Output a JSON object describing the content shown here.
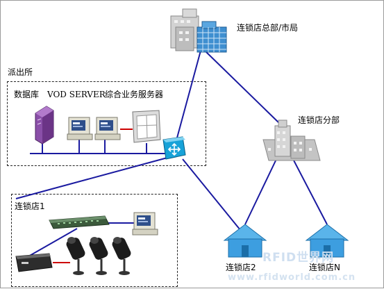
{
  "labels": {
    "hq": "连锁店总部/市局",
    "police": "派出所",
    "database": "数据库",
    "vod_server": "VOD SERVER",
    "business_server": "综合业务服务器",
    "branch": "连锁店分部",
    "store1": "连锁店1",
    "store2": "连锁店2",
    "storeN": "连锁店N"
  },
  "watermark": {
    "logo": "RFID世界网",
    "url": "www.rfidworld.com.cn"
  },
  "colors": {
    "link": "#1a1aa0",
    "building_blue": "#3f8fd0",
    "building_gray": "#c9c9c9",
    "house_blue": "#3d9ee0",
    "watermark": "#d6e4f2"
  }
}
